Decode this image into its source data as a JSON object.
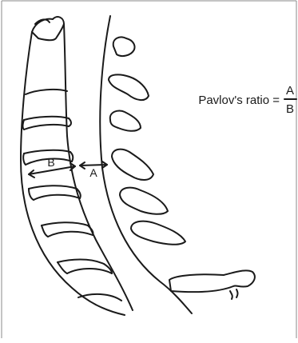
{
  "labels": {
    "a": "A",
    "b": "B",
    "formula_prefix": "Pavlov's ratio =",
    "numerator": "A",
    "denominator": "B"
  },
  "colors": {
    "line": "#1a1a1a",
    "frame": "#8a8a8a",
    "background": "#ffffff"
  }
}
